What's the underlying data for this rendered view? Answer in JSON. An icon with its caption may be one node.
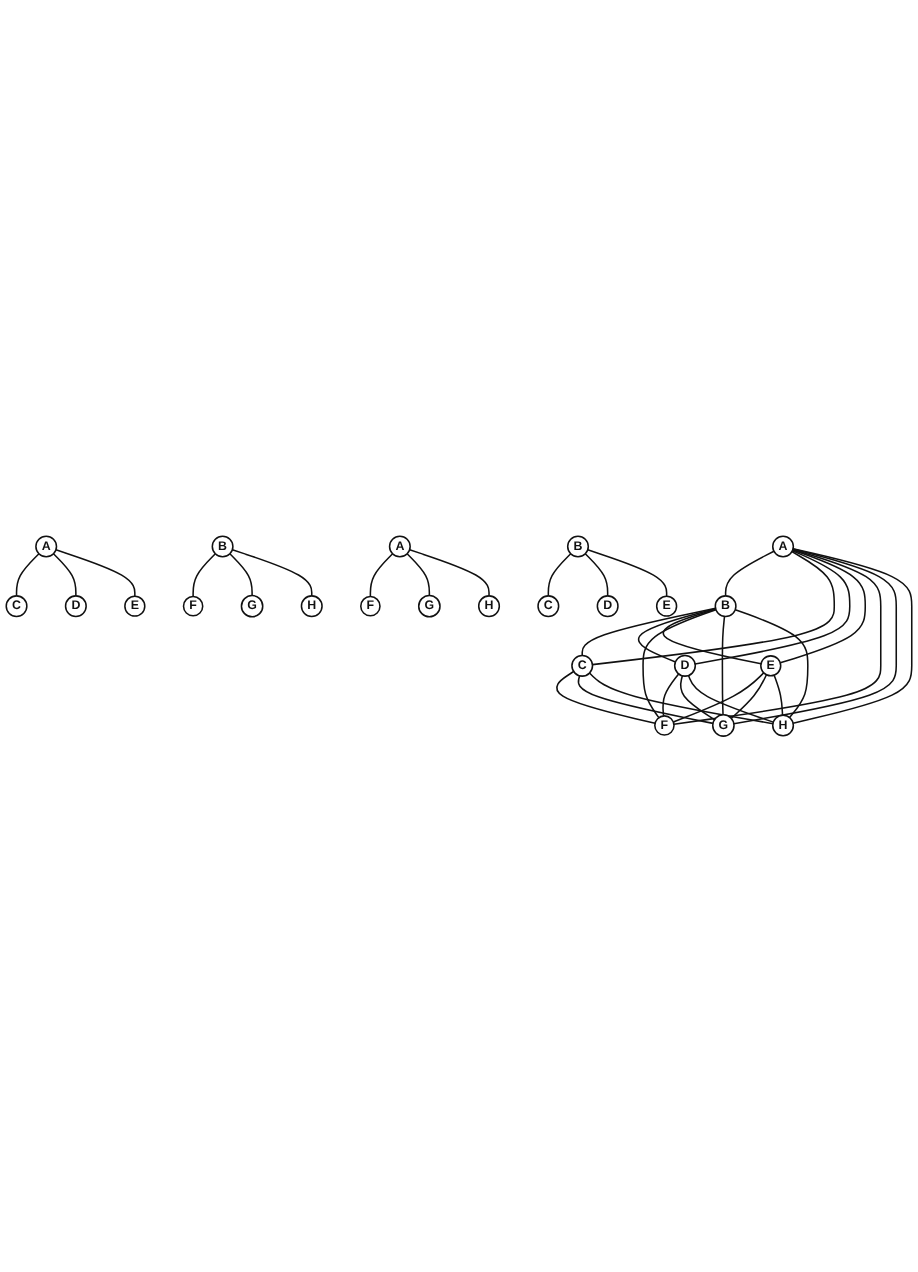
{
  "diagram": {
    "nodes": [
      {
        "text": [
          "A"
        ]
      },
      {
        "text": [
          "B"
        ]
      },
      {
        "text": [
          "C"
        ]
      },
      {
        "text": [
          "D"
        ]
      },
      {
        "text": [
          "E"
        ]
      },
      {
        "text": [
          "F"
        ]
      },
      {
        "text": [
          "G"
        ]
      },
      {
        "text": [
          "H"
        ]
      },
      {
        "text": [
          "A"
        ]
      },
      {
        "text": [
          "C"
        ]
      },
      {
        "text": [
          "D"
        ]
      },
      {
        "text": [
          "E"
        ]
      },
      {
        "text": [
          "B"
        ]
      },
      {
        "text": [
          "F"
        ]
      },
      {
        "text": [
          "G"
        ]
      },
      {
        "text": [
          "H"
        ]
      },
      {
        "text": [
          "A"
        ]
      },
      {
        "text": [
          "F"
        ]
      },
      {
        "text": [
          "G"
        ]
      },
      {
        "text": [
          "H"
        ]
      },
      {
        "text": [
          "B"
        ]
      },
      {
        "text": [
          "C"
        ]
      },
      {
        "text": [
          "D"
        ]
      },
      {
        "text": [
          "E"
        ]
      }
    ],
    "edges": [
      {
        "from": 0,
        "to": 1,
        "arrow": "none"
      },
      {
        "from": 0,
        "to": 2,
        "arrow": "none"
      },
      {
        "from": 0,
        "to": 3,
        "arrow": "none"
      },
      {
        "from": 0,
        "to": 4,
        "arrow": "none"
      },
      {
        "from": 0,
        "to": 5,
        "arrow": "none"
      },
      {
        "from": 0,
        "to": 6,
        "arrow": "none"
      },
      {
        "from": 0,
        "to": 7,
        "arrow": "none"
      },
      {
        "from": 1,
        "to": 2,
        "arrow": "none"
      },
      {
        "from": 1,
        "to": 3,
        "arrow": "none"
      },
      {
        "from": 1,
        "to": 4,
        "arrow": "none"
      },
      {
        "from": 1,
        "to": 5,
        "arrow": "none"
      },
      {
        "from": 1,
        "to": 6,
        "arrow": "none"
      },
      {
        "from": 1,
        "to": 7,
        "arrow": "none"
      },
      {
        "from": 4,
        "to": 5,
        "arrow": "none"
      },
      {
        "from": 2,
        "to": 5,
        "arrow": "none"
      },
      {
        "from": 2,
        "to": 6,
        "arrow": "none"
      },
      {
        "from": 2,
        "to": 7,
        "arrow": "none"
      },
      {
        "from": 3,
        "to": 5,
        "arrow": "none"
      },
      {
        "from": 3,
        "to": 6,
        "arrow": "none"
      },
      {
        "from": 3,
        "to": 7,
        "arrow": "none"
      },
      {
        "from": 4,
        "to": 6,
        "arrow": "none"
      },
      {
        "from": 4,
        "to": 7,
        "arrow": "none"
      },
      {
        "from": 8,
        "to": 9,
        "arrow": "none"
      },
      {
        "from": 8,
        "to": 10,
        "arrow": "none"
      },
      {
        "from": 8,
        "to": 11,
        "arrow": "none"
      },
      {
        "from": 12,
        "to": 13,
        "arrow": "none"
      },
      {
        "from": 12,
        "to": 14,
        "arrow": "none"
      },
      {
        "from": 12,
        "to": 15,
        "arrow": "none"
      },
      {
        "from": 16,
        "to": 17,
        "arrow": "none"
      },
      {
        "from": 16,
        "to": 18,
        "arrow": "none"
      },
      {
        "from": 16,
        "to": 19,
        "arrow": "none"
      },
      {
        "from": 20,
        "to": 21,
        "arrow": "none"
      },
      {
        "from": 20,
        "to": 22,
        "arrow": "none"
      },
      {
        "from": 20,
        "to": 23,
        "arrow": "none"
      }
    ]
  }
}
